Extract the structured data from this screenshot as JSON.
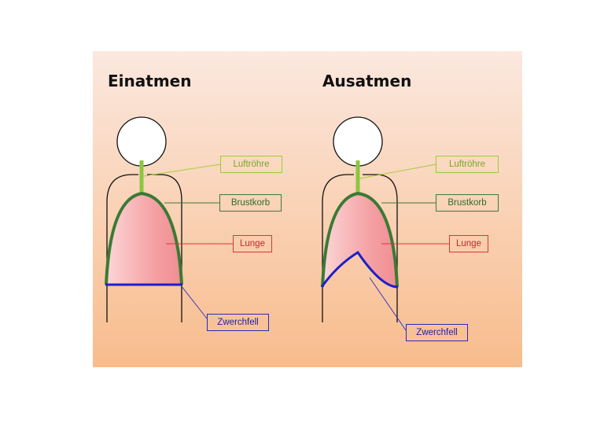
{
  "diagram": {
    "left": {
      "title": "Einatmen",
      "labels": {
        "trachea": "Luftröhre",
        "ribcage": "Brustkorb",
        "lung": "Lunge",
        "diaphragm": "Zwerchfell"
      }
    },
    "right": {
      "title": "Ausatmen",
      "labels": {
        "trachea": "Luftröhre",
        "ribcage": "Brustkorb",
        "lung": "Lunge",
        "diaphragm": "Zwerchfell"
      }
    },
    "colors": {
      "trachea": "#8cc63f",
      "ribcage": "#3a7a35",
      "lung_fill": "#f3a8ac",
      "lung_label": "#d4373a",
      "diaphragm": "#1f1fc8",
      "background_top": "#fbe8df",
      "background_bottom": "#f8bc8c"
    }
  }
}
